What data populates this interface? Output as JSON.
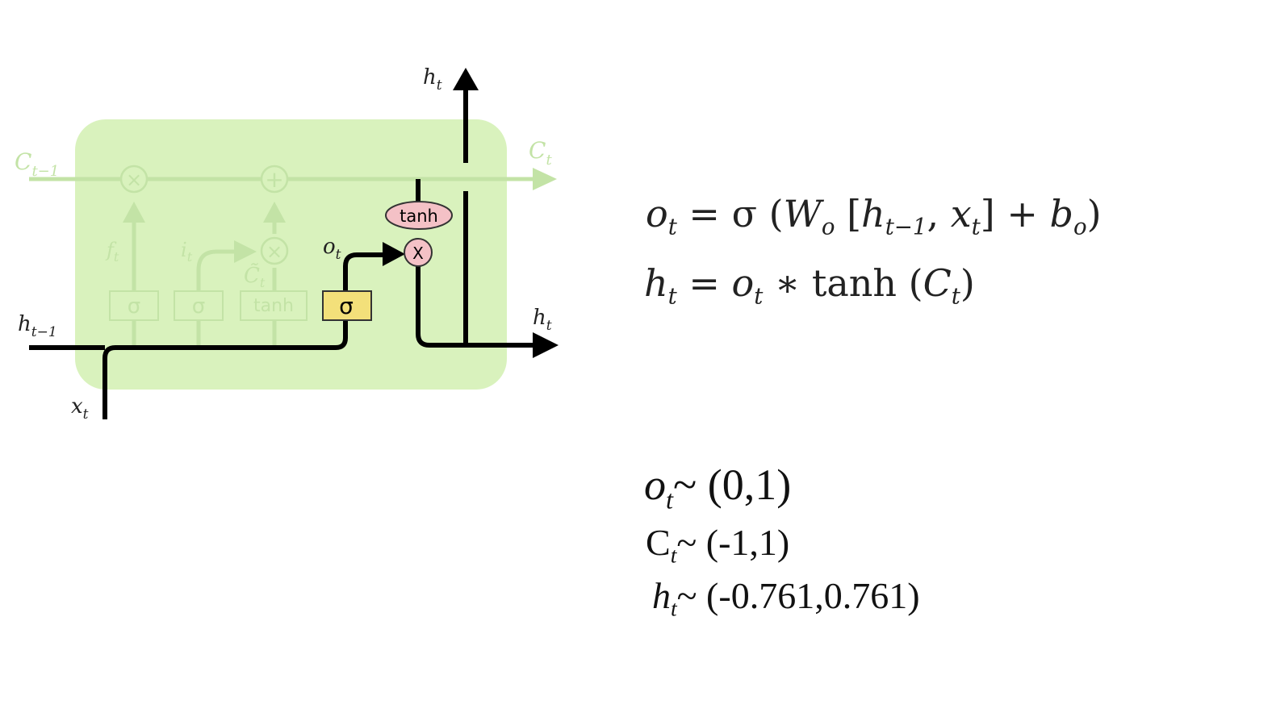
{
  "diagram": {
    "labels": {
      "c_prev": "C",
      "c_prev_sub": "t−1",
      "c_next": "C",
      "c_next_sub": "t",
      "h_prev": "h",
      "h_prev_sub": "t−1",
      "h_out_top": "h",
      "h_out_top_sub": "t",
      "h_out_right": "h",
      "h_out_right_sub": "t",
      "x_in": "x",
      "x_in_sub": "t",
      "o_gate": "o",
      "o_gate_sub": "t",
      "f_gate": "f",
      "f_gate_sub": "t",
      "i_gate": "i",
      "i_gate_sub": "t",
      "c_tilde": "C̃",
      "c_tilde_sub": "t"
    },
    "boxes": {
      "sigma_f": "σ",
      "sigma_i": "σ",
      "tanh_c": "tanh",
      "sigma_o": "σ",
      "tanh_oval": "tanh"
    },
    "operators": {
      "times_forget": "×",
      "plus_cell": "+",
      "times_input": "×",
      "times_output": "X"
    },
    "colors": {
      "cell_background": "#d9f2bd",
      "active_line": "#000000",
      "faded_line": "#c3e3a6",
      "sigma_box_fill": "#f3e07a",
      "tanh_oval_fill": "#f4c1c6"
    }
  },
  "equations": {
    "eq1": {
      "o": "o",
      "o_sub": "t",
      "eq": " = σ (",
      "W": "W",
      "W_sub": "o",
      "br_open": " [",
      "h": "h",
      "h_sub": "t−1",
      "comma": ", ",
      "x": "x",
      "x_sub": "t",
      "br_close": "]  +  ",
      "b": "b",
      "b_sub": "o",
      "close": ")"
    },
    "eq2": {
      "h": "h",
      "h_sub": "t",
      "eq": " = ",
      "o": "o",
      "o_sub": "t",
      "mid": " ∗ tanh (",
      "C": "C",
      "C_sub": "t",
      "close": ")"
    }
  },
  "ranges": {
    "r1": {
      "var": "o",
      "sub": "t",
      "val": "~ (0,1)"
    },
    "r2": {
      "var": "C",
      "sub": "t",
      "val": "~ (-1,1)"
    },
    "r3": {
      "var": "h",
      "sub": "t",
      "val": "~ (-0.761,0.761)"
    }
  }
}
